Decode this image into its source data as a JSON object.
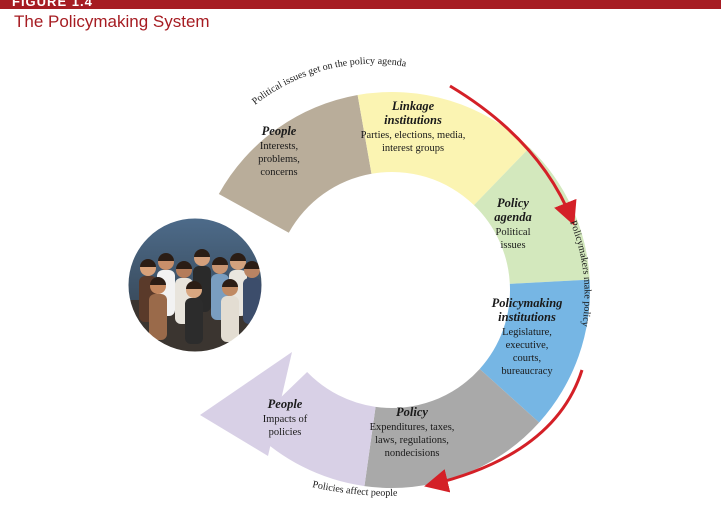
{
  "figure": {
    "label": "FIGURE 1.4",
    "title": "The Policymaking System"
  },
  "colors": {
    "accent": "#a61c22",
    "arrow": "#d42027",
    "people_top": "#b9ad9a",
    "linkage": "#fbf4b2",
    "agenda": "#d3e8bd",
    "institutions": "#76b6e4",
    "policy": "#a9a9a9",
    "people_bottom": "#d8d0e6"
  },
  "segments": [
    {
      "id": "people-top",
      "title": "People",
      "body": [
        "Interests,",
        "problems,",
        "concerns"
      ]
    },
    {
      "id": "linkage",
      "title": [
        "Linkage",
        "institutions"
      ],
      "body": [
        "Parties, elections, media,",
        "interest groups"
      ]
    },
    {
      "id": "agenda",
      "title": [
        "Policy",
        "agenda"
      ],
      "body": [
        "Political",
        "issues"
      ]
    },
    {
      "id": "institutions",
      "title": [
        "Policymaking",
        "institutions"
      ],
      "body": [
        "Legislature,",
        "executive,",
        "courts,",
        "bureaucracy"
      ]
    },
    {
      "id": "policy",
      "title": "Policy",
      "body": [
        "Expenditures, taxes,",
        "laws, regulations,",
        "nondecisions"
      ]
    },
    {
      "id": "people-bottom",
      "title": "People",
      "body": [
        "Impacts of",
        "policies"
      ]
    }
  ],
  "arc_labels": {
    "top": "Political issues get on the policy agenda",
    "right": "Policymakers make policy",
    "bottom": "Policies affect people"
  },
  "photo": {
    "icon": "crowd-photo"
  }
}
